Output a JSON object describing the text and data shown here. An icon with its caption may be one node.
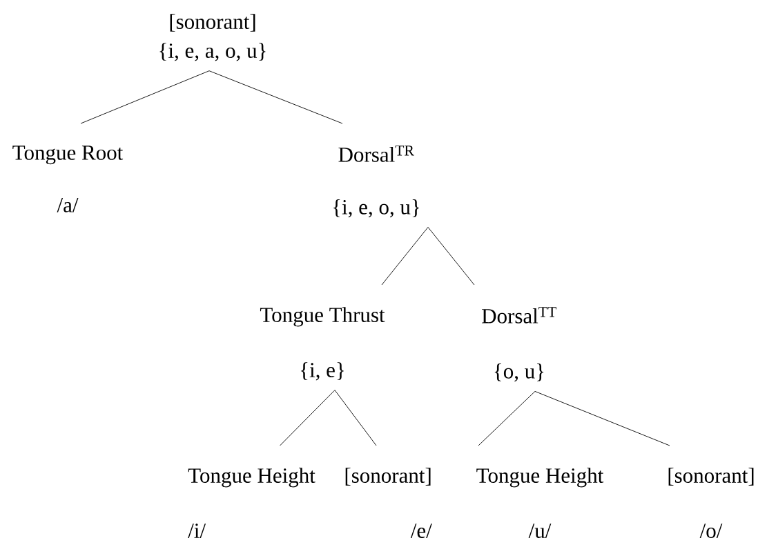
{
  "diagram": {
    "nodes": [
      {
        "text": [
          "[sonorant]",
          "{i, e, a, o, u}"
        ]
      },
      {
        "text": [
          "Tongue Root",
          "/a/"
        ]
      },
      {
        "text": [
          "Dorsal$^{TR}$",
          "{i, e, o, u}"
        ]
      },
      {
        "text": [
          "Tongue Thrust",
          "{i, e}"
        ]
      },
      {
        "text": [
          "Dorsal$^{TT}$",
          "{o, u}"
        ]
      },
      {
        "text": [
          "Tongue Height",
          "/i/"
        ]
      },
      {
        "text": [
          "[sonorant]",
          "/e/"
        ]
      },
      {
        "text": [
          "Tongue Height",
          "/u/"
        ]
      },
      {
        "text": [
          "[sonorant]",
          "/o/"
        ]
      }
    ],
    "edges": [
      {
        "from": 0,
        "to": 1,
        "arrow": "none"
      },
      {
        "from": 0,
        "to": 2,
        "arrow": "none"
      },
      {
        "from": 2,
        "to": 3,
        "arrow": "none"
      },
      {
        "from": 2,
        "to": 4,
        "arrow": "none"
      },
      {
        "from": 3,
        "to": 5,
        "arrow": "none"
      },
      {
        "from": 3,
        "to": 6,
        "arrow": "none"
      },
      {
        "from": 4,
        "to": 7,
        "arrow": "none"
      },
      {
        "from": 4,
        "to": 8,
        "arrow": "none"
      }
    ]
  }
}
